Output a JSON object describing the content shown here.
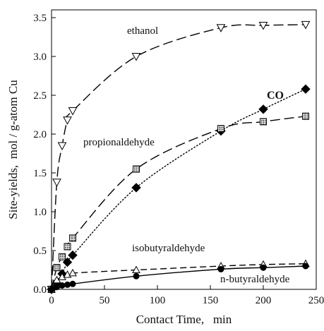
{
  "chart_data": {
    "type": "line",
    "xlabel": "Contact Time,   min",
    "ylabel": "Site-yields,  mol / g-atom Cu",
    "xlim": [
      0,
      250
    ],
    "ylim": [
      0,
      3.6
    ],
    "xticks": [
      0,
      50,
      100,
      150,
      200,
      250
    ],
    "xtick_labels": [
      "0",
      "50",
      "100",
      "150",
      "200",
      "250"
    ],
    "yticks": [
      0,
      0.5,
      1.0,
      1.5,
      2.0,
      2.5,
      3.0,
      3.5
    ],
    "ytick_labels": [
      "0.0",
      "0.5",
      "1.0",
      "1.5",
      "2.0",
      "2.5",
      "3.0",
      "3.5"
    ],
    "grid": false,
    "series": [
      {
        "name": "ethanol",
        "marker": "triangle-down-open",
        "line": "long-dash",
        "x": [
          0,
          5,
          10,
          15,
          20,
          80,
          160,
          200,
          240
        ],
        "y": [
          0.0,
          1.38,
          1.85,
          2.18,
          2.3,
          3.0,
          3.37,
          3.4,
          3.41
        ]
      },
      {
        "name": "CO",
        "marker": "diamond-filled",
        "line": "dotted",
        "x": [
          0,
          5,
          10,
          15,
          20,
          80,
          160,
          200,
          240
        ],
        "y": [
          0.0,
          0.08,
          0.2,
          0.35,
          0.44,
          1.31,
          2.04,
          2.32,
          2.58
        ]
      },
      {
        "name": "propionaldehyde",
        "marker": "square-hatched",
        "line": "long-dash",
        "x": [
          0,
          5,
          10,
          15,
          20,
          80,
          160,
          200,
          240
        ],
        "y": [
          0.0,
          0.28,
          0.42,
          0.55,
          0.66,
          1.55,
          2.07,
          2.16,
          2.23
        ]
      },
      {
        "name": "isobutyraldehyde",
        "marker": "triangle-up-open",
        "line": "dashed",
        "x": [
          0,
          5,
          10,
          15,
          20,
          80,
          160,
          200,
          240
        ],
        "y": [
          0.0,
          0.12,
          0.16,
          0.19,
          0.21,
          0.25,
          0.3,
          0.32,
          0.33
        ]
      },
      {
        "name": "n-butyraldehyde",
        "marker": "circle-filled",
        "line": "solid",
        "x": [
          0,
          5,
          10,
          15,
          20,
          80,
          160,
          200,
          240
        ],
        "y": [
          0.0,
          0.03,
          0.05,
          0.06,
          0.07,
          0.17,
          0.26,
          0.28,
          0.3
        ]
      }
    ],
    "annotations": [
      {
        "text": "ethanol"
      },
      {
        "text": "CO"
      },
      {
        "text": "propionaldehyde"
      },
      {
        "text": "isobutyraldehyde"
      },
      {
        "text": "n-butyraldehyde"
      }
    ]
  }
}
